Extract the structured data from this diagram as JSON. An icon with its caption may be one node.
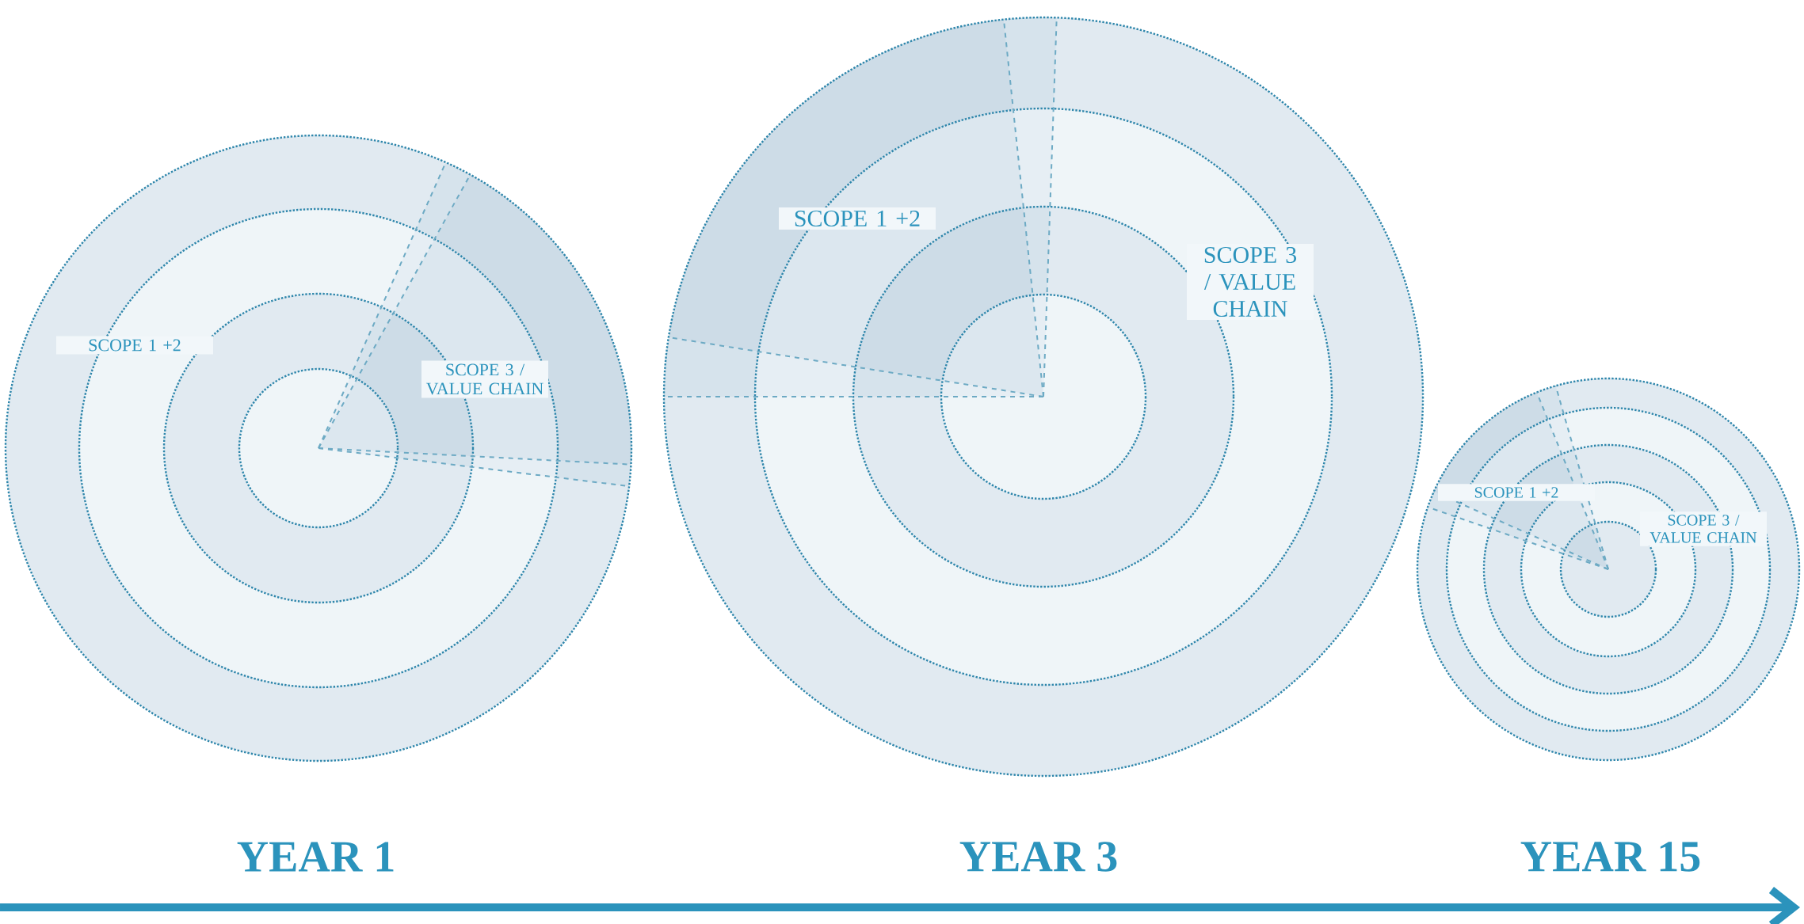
{
  "diagram": {
    "nodes": [
      {
        "text": [
          "SCOPE 1 +2",
          "SCOPE 3 / VALUE CHAIN"
        ],
        "beside": [
          "YEAR 1"
        ]
      },
      {
        "text": [
          "SCOPE 1 +2",
          "SCOPE 3 / VALUE CHAIN"
        ],
        "beside": [
          "YEAR 3"
        ]
      },
      {
        "text": [
          "SCOPE 1 +2",
          "SCOPE 3 / VALUE CHAIN"
        ],
        "beside": [
          "YEAR 15"
        ]
      }
    ]
  }
}
